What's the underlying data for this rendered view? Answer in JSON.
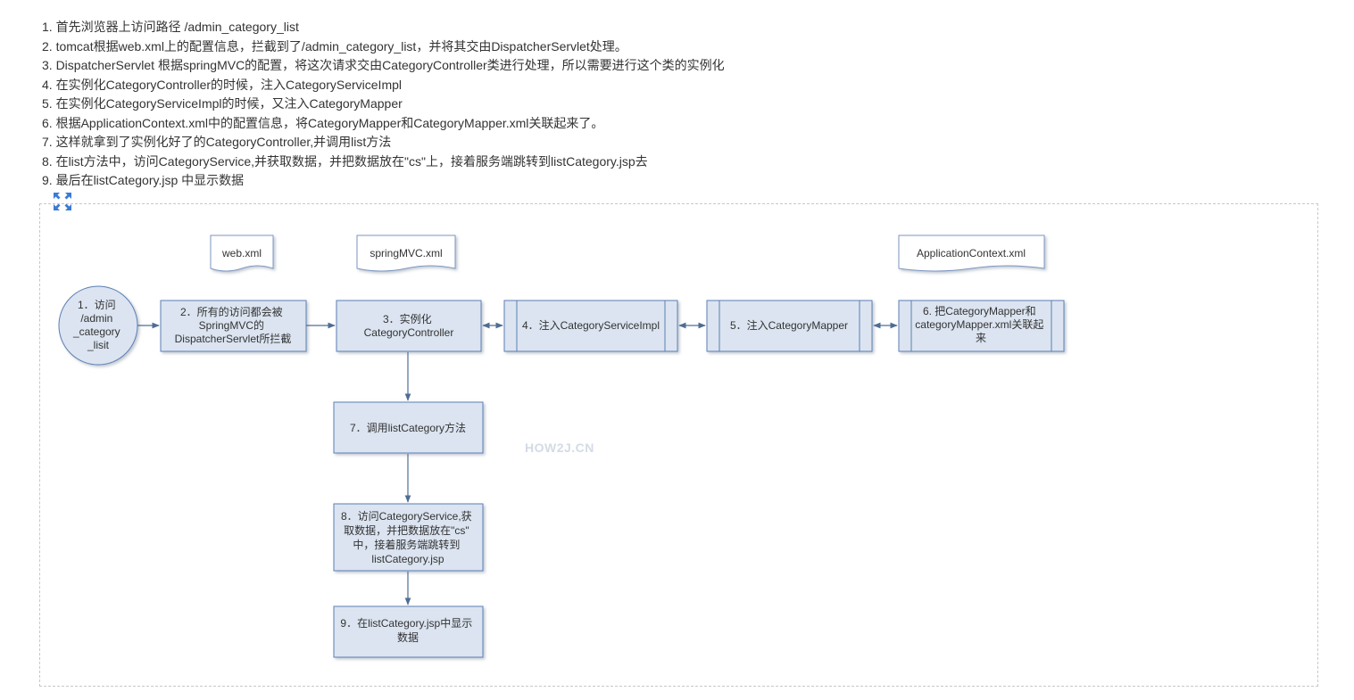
{
  "steps": [
    "1. 首先浏览器上访问路径 /admin_category_list",
    "2. tomcat根据web.xml上的配置信息，拦截到了/admin_category_list，并将其交由DispatcherServlet处理。",
    "3. DispatcherServlet 根据springMVC的配置，将这次请求交由CategoryController类进行处理，所以需要进行这个类的实例化",
    "4. 在实例化CategoryController的时候，注入CategoryServiceImpl",
    "5. 在实例化CategoryServiceImpl的时候，又注入CategoryMapper",
    "6. 根据ApplicationContext.xml中的配置信息，将CategoryMapper和CategoryMapper.xml关联起来了。",
    "7. 这样就拿到了实例化好了的CategoryController,并调用list方法",
    "8. 在list方法中，访问CategoryService,并获取数据，并把数据放在\"cs\"上，接着服务端跳转到listCategory.jsp去",
    "9. 最后在listCategory.jsp 中显示数据"
  ],
  "expand_icon": "expand-arrows-icon",
  "diagram": {
    "docs": {
      "web_xml": "web.xml",
      "springmvc_xml": "springMVC.xml",
      "appcontext_xml": "ApplicationContext.xml"
    },
    "nodes": {
      "n1": [
        "1．访问",
        "/admin",
        "_category",
        "_lisit"
      ],
      "n2": [
        "2．所有的访问都会被",
        "SpringMVC的",
        "DispatcherServlet所拦截"
      ],
      "n3": [
        "3．实例化",
        "CategoryController"
      ],
      "n4": [
        "4．注入CategoryServiceImpl"
      ],
      "n5": [
        "5．注入CategoryMapper"
      ],
      "n6": [
        "6. 把CategoryMapper和",
        "categoryMapper.xml关联起",
        "来"
      ],
      "n7": [
        "7．调用listCategory方法"
      ],
      "n8": [
        "8．访问CategoryService,获",
        "取数据，并把数据放在\"cs\"",
        "中，接着服务端跳转到",
        "listCategory.jsp"
      ],
      "n9": [
        "9．在listCategory.jsp中显示",
        "数据"
      ]
    },
    "watermark": "HOW2J.CN",
    "colors": {
      "node_fill": "#dbe4f0",
      "node_stroke": "#5b7fb5",
      "arrow": "#4f6d93",
      "doc_stroke": "#7b96c2"
    }
  }
}
